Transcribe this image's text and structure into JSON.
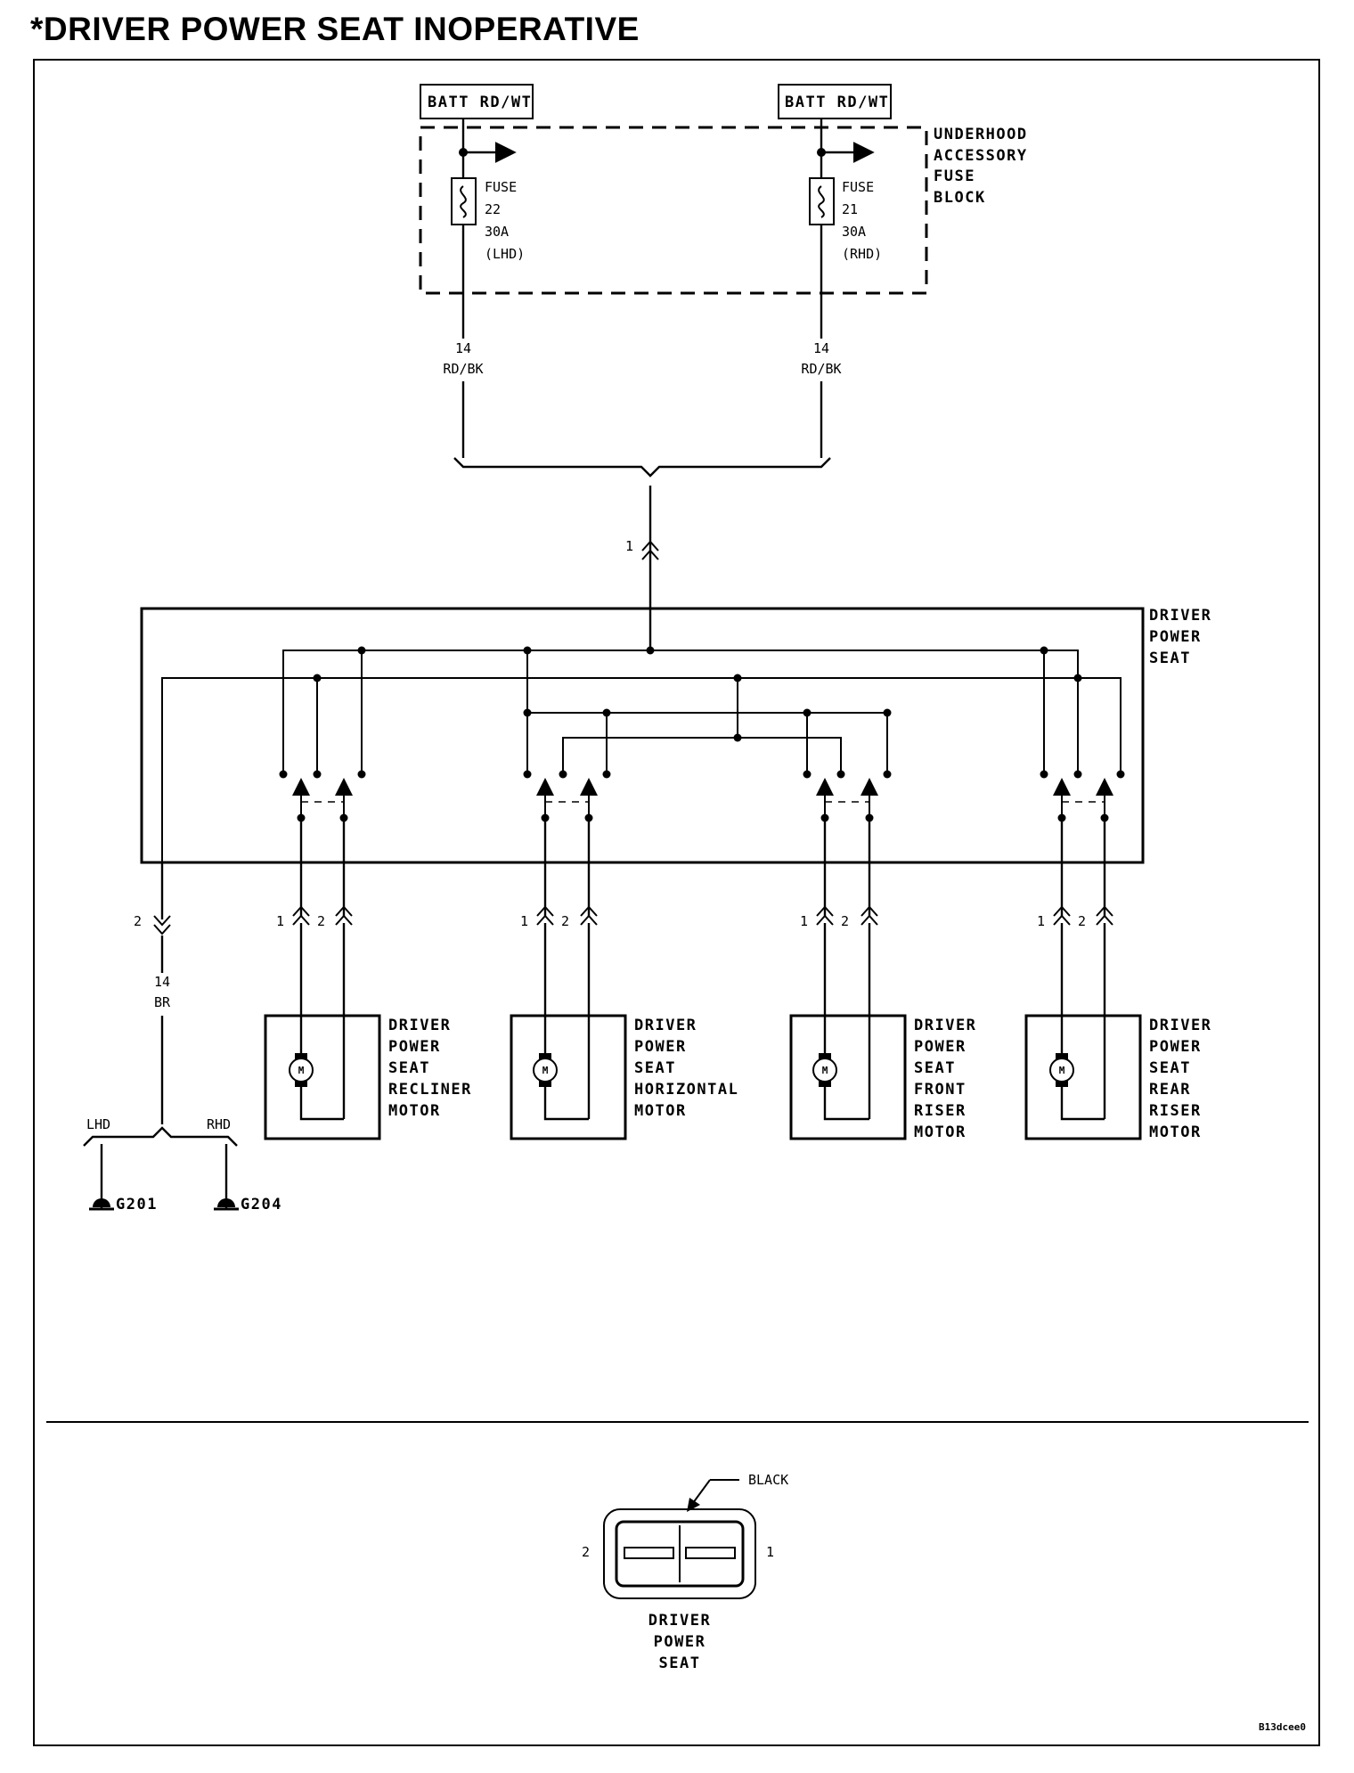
{
  "title": "*DRIVER POWER SEAT INOPERATIVE",
  "fuse_block": {
    "label_lines": [
      "UNDERHOOD",
      "ACCESSORY",
      "FUSE",
      "BLOCK"
    ],
    "batt_left": "BATT RD/WT",
    "batt_right": "BATT RD/WT",
    "fuse_left": [
      "FUSE",
      "22",
      "30A",
      "(LHD)"
    ],
    "fuse_right": [
      "FUSE",
      "21",
      "30A",
      "(RHD)"
    ]
  },
  "wires": {
    "left": [
      "14",
      "RD/BK"
    ],
    "right": [
      "14",
      "RD/BK"
    ],
    "ground": [
      "14",
      "BR"
    ]
  },
  "switch": {
    "label_lines": [
      "DRIVER",
      "POWER",
      "SEAT"
    ],
    "feed_pin": "1",
    "ground_pin": "2"
  },
  "motors": [
    {
      "pin_a": "1",
      "pin_b": "2",
      "symbol": "M",
      "label_lines": [
        "DRIVER",
        "POWER",
        "SEAT",
        "RECLINER",
        "MOTOR"
      ]
    },
    {
      "pin_a": "1",
      "pin_b": "2",
      "symbol": "M",
      "label_lines": [
        "DRIVER",
        "POWER",
        "SEAT",
        "HORIZONTAL",
        "MOTOR"
      ]
    },
    {
      "pin_a": "1",
      "pin_b": "2",
      "symbol": "M",
      "label_lines": [
        "DRIVER",
        "POWER",
        "SEAT",
        "FRONT",
        "RISER",
        "MOTOR"
      ]
    },
    {
      "pin_a": "1",
      "pin_b": "2",
      "symbol": "M",
      "label_lines": [
        "DRIVER",
        "POWER",
        "SEAT",
        "REAR",
        "RISER",
        "MOTOR"
      ]
    }
  ],
  "grounds": {
    "lhd": "LHD",
    "rhd": "RHD",
    "g_left": "G201",
    "g_right": "G204"
  },
  "connector": {
    "color": "BLACK",
    "pin_left": "2",
    "pin_right": "1",
    "label_lines": [
      "DRIVER",
      "POWER",
      "SEAT"
    ]
  },
  "figure_id": "B13dcee0"
}
